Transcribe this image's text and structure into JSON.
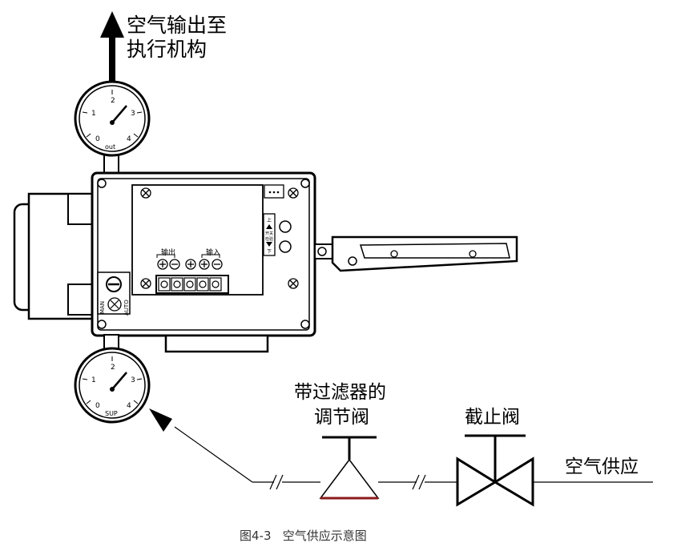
{
  "labels": {
    "out_line1": "空气输出至",
    "out_line2": "执行机构",
    "filter_line1": "带过滤器的",
    "filter_line2": "调节阀",
    "stop_valve": "截止阀",
    "air_supply": "空气供应",
    "caption": "图4-3   空气供应示意图"
  },
  "gauges": {
    "ticks": [
      "0",
      "1",
      "2",
      "3",
      "4"
    ],
    "out_label": "out",
    "sup_label": "SUP"
  },
  "panel": {
    "output_label": "输出",
    "input_label": "输入",
    "up_label": "上",
    "zero_label": "开关",
    "span_label": "检验",
    "down_label": "下",
    "man_label": "MAN",
    "auto_label": "AUTO"
  }
}
